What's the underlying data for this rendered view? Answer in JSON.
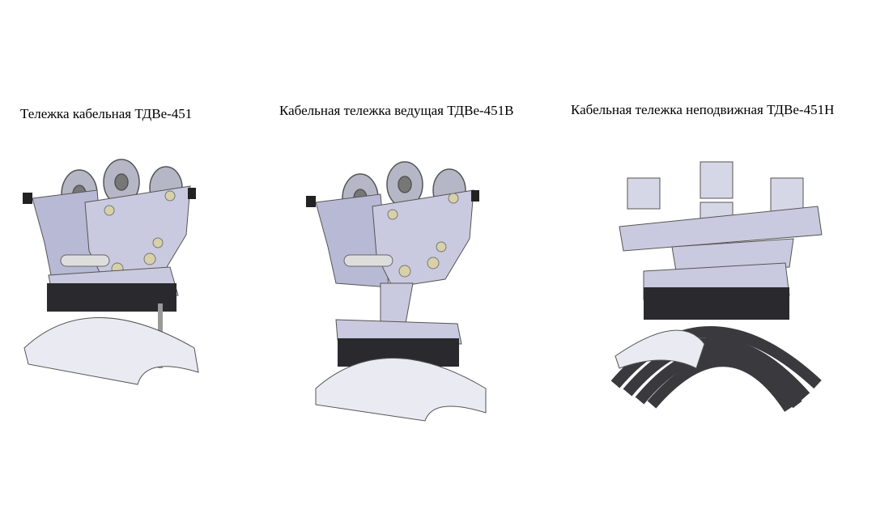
{
  "products": [
    {
      "caption": "Тележка кабельная ТДВе-451"
    },
    {
      "caption": "Кабельная тележка ведущая ТДВе-451В"
    },
    {
      "caption": "Кабельная тележка неподвижная ТДВе-451Н"
    }
  ],
  "colors": {
    "plate": "#c9cadf",
    "plate_dark": "#8e90ad",
    "rubber": "#2a2a2e",
    "wheel": "#b5b7c6",
    "cable": "#3a3a3e"
  }
}
